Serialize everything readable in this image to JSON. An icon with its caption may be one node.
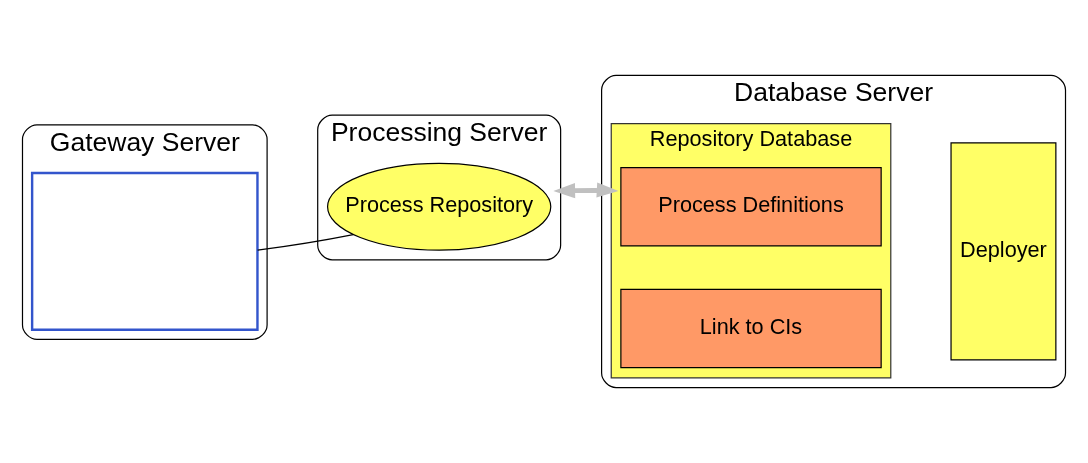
{
  "diagram": {
    "nodes": [
      {
        "text": [
          "Gateway Server"
        ]
      },
      {
        "text": [],
        "shape": "box",
        "in": 0
      },
      {
        "text": [
          "Processing Server"
        ]
      },
      {
        "text": [
          "Process Repository"
        ],
        "in": 2
      },
      {
        "text": [
          "Database Server"
        ]
      },
      {
        "text": [
          "Repository Database"
        ],
        "in": 4
      },
      {
        "text": [
          "Process Definitions"
        ],
        "in": 5
      },
      {
        "text": [
          "Link to CIs"
        ],
        "in": 5
      },
      {
        "text": [
          "Deployer"
        ],
        "in": 4
      }
    ],
    "edges": [
      {
        "from": 3,
        "to": 1,
        "arrow": "none"
      },
      {
        "from": 2,
        "to": 5,
        "arrow": "both",
        "color": "#c0c0c0",
        "style": "thick"
      }
    ]
  }
}
